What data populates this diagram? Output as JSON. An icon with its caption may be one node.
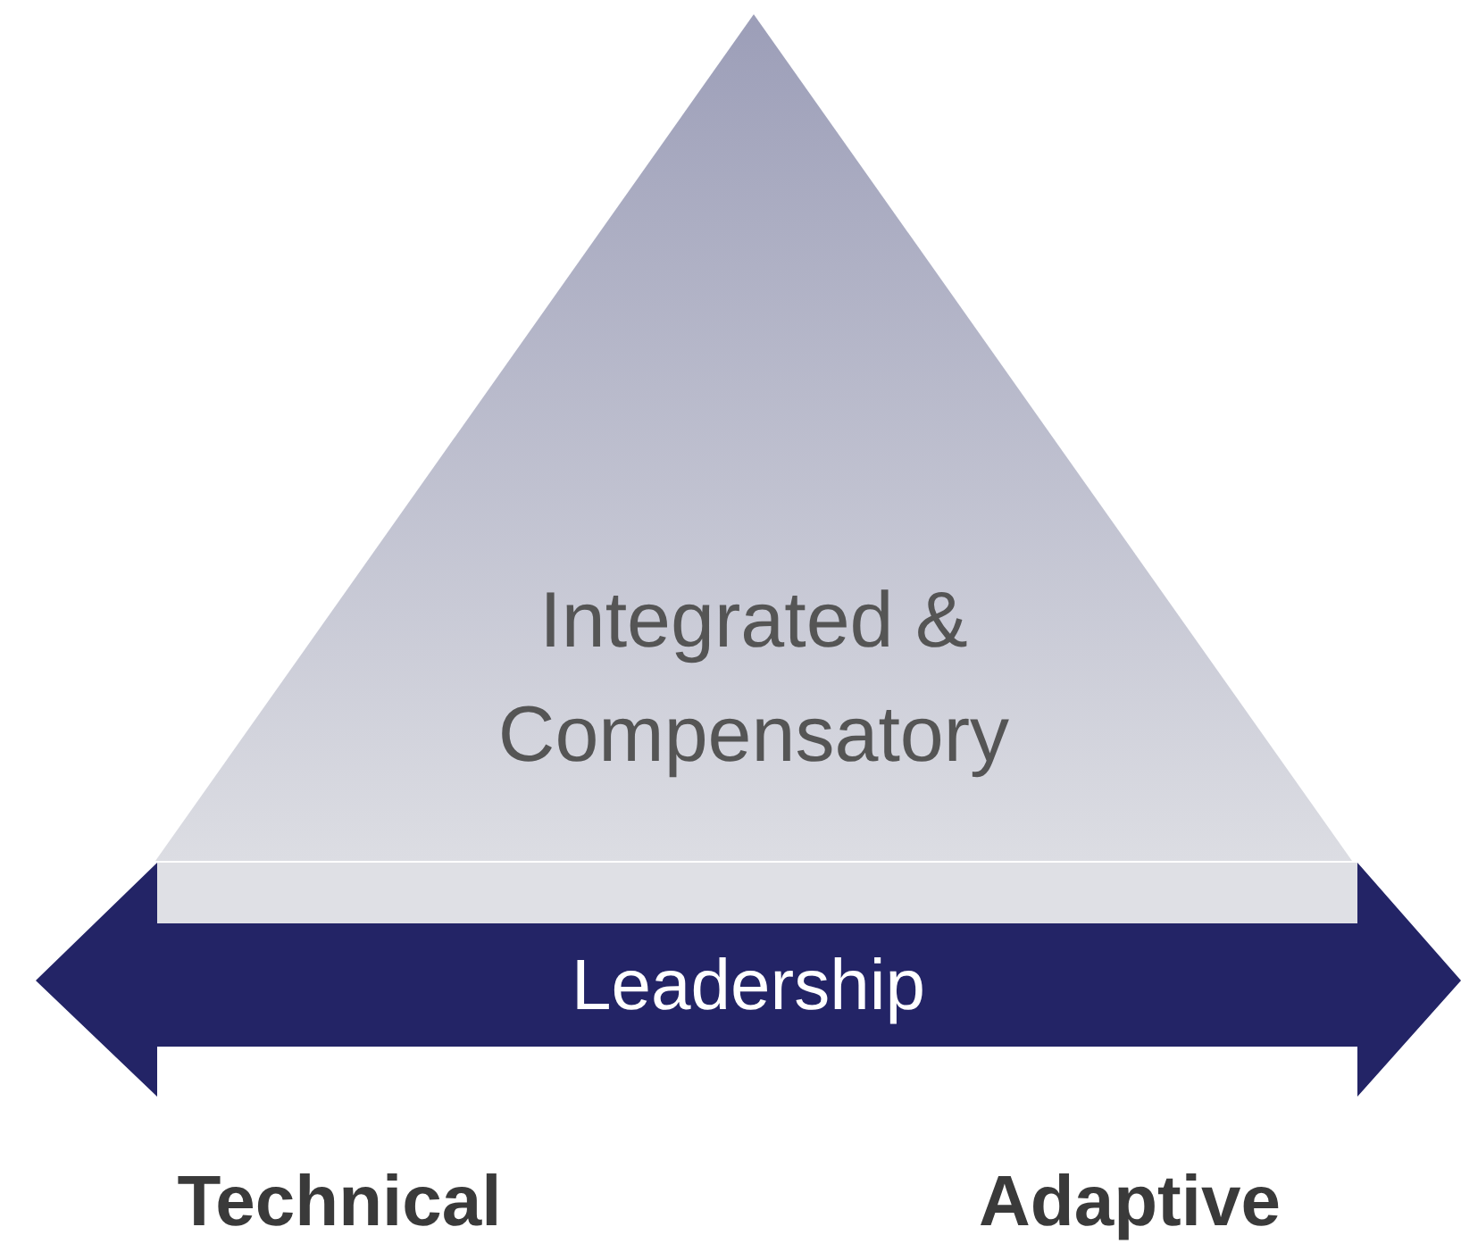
{
  "diagram": {
    "nodes": [
      {
        "text": [
          "Integrated & Compensatory"
        ]
      },
      {
        "text": [
          "Leadership"
        ]
      }
    ],
    "labels": [
      "Technical",
      "Adaptive"
    ]
  }
}
